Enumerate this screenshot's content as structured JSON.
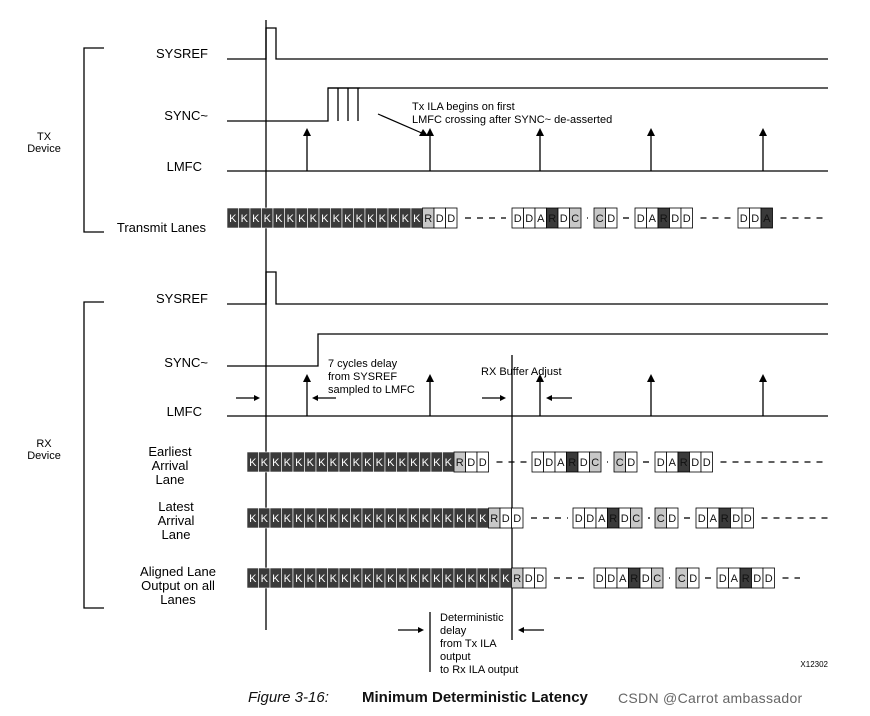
{
  "tx": {
    "group_label": [
      "TX",
      "Device"
    ],
    "sysref_label": "SYSREF",
    "sync_label": "SYNC~",
    "lmfc_label": "LMFC",
    "lanes_label": "Transmit Lanes",
    "annotation": [
      "Tx ILA begins on first",
      "LMFC crossing after SYNC~ de-asserted"
    ]
  },
  "rx": {
    "group_label": [
      "RX",
      "Device"
    ],
    "sysref_label": "SYSREF",
    "sync_label": "SYNC~",
    "lmfc_label": "LMFC",
    "delay_annotation": [
      "7 cycles delay",
      "from SYSREF",
      "sampled to LMFC"
    ],
    "buffer_adjust": "RX Buffer Adjust",
    "earliest_label": [
      "Earliest",
      "Arrival",
      "Lane"
    ],
    "latest_label": [
      "Latest",
      "Arrival",
      "Lane"
    ],
    "aligned_label": [
      "Aligned Lane",
      "Output on all",
      "Lanes"
    ],
    "deterministic_annotation": [
      "Deterministic",
      "delay",
      "from Tx ILA",
      "output",
      "to Rx ILA output"
    ]
  },
  "figure_id": "X12302",
  "caption": {
    "number": "Figure 3-16:",
    "title": "Minimum Deterministic Latency"
  },
  "watermark": "CSDN @Carrot ambassador",
  "colors": {
    "k_char": "#3a3a3a",
    "light_cell": "#c8c8c8",
    "line": "#000000"
  }
}
